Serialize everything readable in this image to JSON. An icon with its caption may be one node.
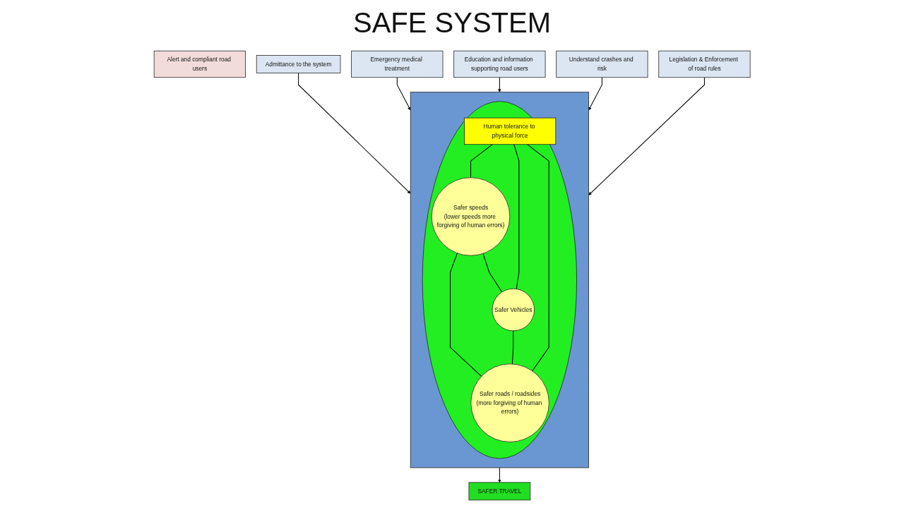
{
  "diagram": {
    "title": "SAFE SYSTEM",
    "nodes": [
      {
        "text": [
          "SAFER TRAVEL"
        ]
      },
      {
        "text": [],
        "shape": "box"
      },
      {
        "text": [],
        "shape": "circle",
        "in": 1
      },
      {
        "text": [
          "Alert and compliant road users"
        ]
      },
      {
        "text": [
          "Safer speeds",
          "(lower speeds more forgiving of human errors)"
        ],
        "in": 2
      },
      {
        "text": [
          "Human tolerance to physical force"
        ],
        "in": 2
      },
      {
        "text": [
          "Safer Vehicles"
        ],
        "in": 2
      },
      {
        "text": [
          "Safer roads / roadsides",
          "(more forgiving of human errors)"
        ],
        "in": 2
      },
      {
        "text": [
          "Admittance to the system"
        ]
      },
      {
        "text": [
          "Emergency medical treatment"
        ]
      },
      {
        "text": [
          "Education and information supporting road users"
        ]
      },
      {
        "text": [
          "Understand crashes and risk"
        ]
      },
      {
        "text": [
          "Legislation & Enforcement of road rules"
        ]
      }
    ],
    "edges": [
      {
        "from": 1,
        "to": 0,
        "arrow": "to"
      },
      {
        "from": 8,
        "to": 1,
        "arrow": "to"
      },
      {
        "from": 9,
        "to": 1,
        "arrow": "to"
      },
      {
        "from": 10,
        "to": 1,
        "arrow": "to"
      },
      {
        "from": 11,
        "to": 1,
        "arrow": "to"
      },
      {
        "from": 12,
        "to": 1,
        "arrow": "to"
      },
      {
        "from": 4,
        "to": 6,
        "arrow": "none"
      },
      {
        "from": 4,
        "to": 7,
        "arrow": "none"
      },
      {
        "from": 6,
        "to": 7,
        "arrow": "none"
      },
      {
        "from": 5,
        "to": 4,
        "arrow": "none"
      },
      {
        "from": 5,
        "to": 6,
        "arrow": "none"
      },
      {
        "from": 5,
        "to": 7,
        "arrow": "none"
      }
    ]
  }
}
